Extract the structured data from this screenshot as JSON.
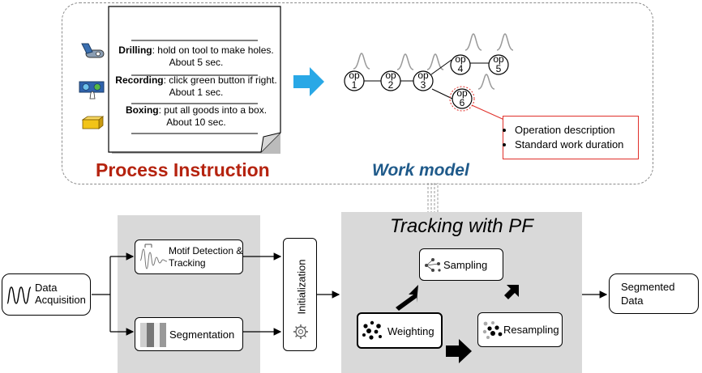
{
  "process_instruction": {
    "title": "Process Instruction",
    "steps": [
      {
        "name": "Drilling",
        "text": ": hold on tool to make holes.",
        "duration": "About 5 sec."
      },
      {
        "name": "Recording",
        "text": ": click green button if right.",
        "duration": "About 1 sec."
      },
      {
        "name": "Boxing",
        "text": ": put all goods into a box.",
        "duration": "About 10 sec."
      }
    ],
    "icons": [
      "drill-icon",
      "traffic-button-icon",
      "box-icon"
    ]
  },
  "work_model": {
    "title": "Work model",
    "ops": [
      {
        "top": "op",
        "bottom": "1"
      },
      {
        "top": "op",
        "bottom": "2"
      },
      {
        "top": "op",
        "bottom": "3"
      },
      {
        "top": "op",
        "bottom": "4"
      },
      {
        "top": "op",
        "bottom": "5"
      },
      {
        "top": "op",
        "bottom": "6"
      }
    ],
    "callout": [
      "Operation description",
      "Standard work duration"
    ]
  },
  "pipeline": {
    "data_acquisition": "Data Acquisition",
    "motif": "Motif Detection & Tracking",
    "segmentation": "Segmentation",
    "initialization": "Initialization",
    "tracking_title": "Tracking with PF",
    "sampling": "Sampling",
    "weighting": "Weighting",
    "resampling": "Resampling",
    "segmented": "Segmented Data"
  },
  "colors": {
    "process_title": "#b5230f",
    "work_title": "#1f5a8a",
    "arrow_blue": "#29a8e6",
    "callout_red": "#e0302a",
    "panel_gray": "#d9d9d9",
    "box_yellow": "#f2c418"
  }
}
